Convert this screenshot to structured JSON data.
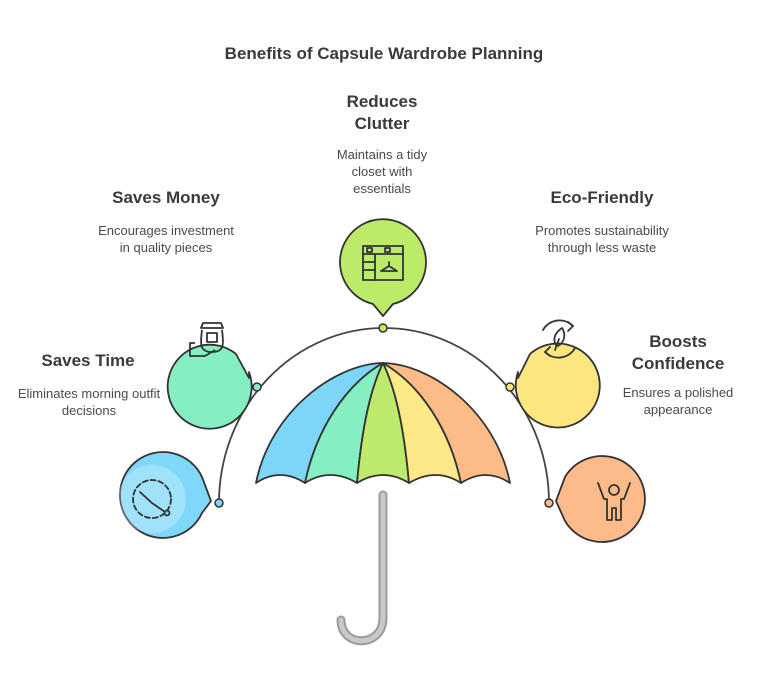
{
  "title": "Benefits of Capsule Wardrobe Planning",
  "benefits": [
    {
      "heading": "Saves Time",
      "description": "Eliminates morning outfit decisions",
      "icon": "clock-icon",
      "color": "#7fd8f7"
    },
    {
      "heading": "Saves Money",
      "description": "Encourages investment in quality pieces",
      "icon": "money-jar-icon",
      "color": "#86efc2"
    },
    {
      "heading": "Reduces Clutter",
      "description": "Maintains a tidy closet with essentials",
      "icon": "closet-icon",
      "color": "#bbeb68"
    },
    {
      "heading": "Eco-Friendly",
      "description": "Promotes sustainability through less waste",
      "icon": "recycle-leaf-icon",
      "color": "#fde67f"
    },
    {
      "heading": "Boosts Confidence",
      "description": "Ensures a polished appearance",
      "icon": "confident-person-icon",
      "color": "#fdba8a"
    }
  ],
  "umbrella_colors": [
    "#7dd6f8",
    "#84efc0",
    "#bdea6a",
    "#fde987",
    "#fdbb88"
  ]
}
